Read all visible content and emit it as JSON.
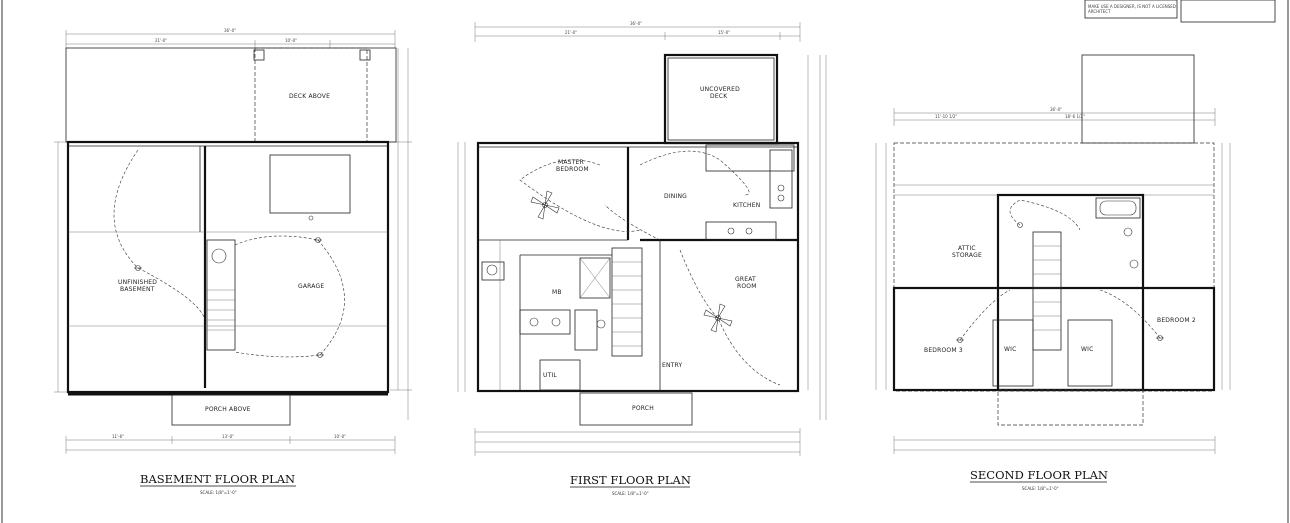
{
  "plans": {
    "basement": {
      "title": "BASEMENT FLOOR PLAN",
      "scale": "SCALE: 1/8\"=1'-0\"",
      "rooms": {
        "deck": "DECK ABOVE",
        "unfinished_1": "UNFINISHED",
        "unfinished_2": "BASEMENT",
        "garage": "GARAGE",
        "porch": "PORCH ABOVE"
      },
      "dims": {
        "overall": "36'-0\"",
        "left": "11'-6\"",
        "mid": "13'-0\"",
        "right": "10'-0\""
      }
    },
    "first": {
      "title": "FIRST FLOOR PLAN",
      "scale": "SCALE: 1/8\"=1'-0\"",
      "rooms": {
        "deck_1": "UNCOVERED",
        "deck_2": "DECK",
        "master_1": "MASTER",
        "master_2": "BEDROOM",
        "dining": "DINING",
        "kitchen": "KITCHEN",
        "great_1": "GREAT",
        "great_2": "ROOM",
        "mb": "MB",
        "util": "UTIL",
        "entry": "ENTRY",
        "porch": "PORCH"
      },
      "dims": {
        "overall": "36'-0\"",
        "left": "21'-0\"",
        "right": "15'-0\""
      }
    },
    "second": {
      "title": "SECOND FLOOR PLAN",
      "scale": "SCALE: 1/8\"=1'-0\"",
      "rooms": {
        "attic_1": "ATTIC",
        "attic_2": "STORAGE",
        "bed3": "BEDROOM 3",
        "bed2": "BEDROOM 2",
        "wic_a": "WIC",
        "wic_b": "WIC"
      },
      "dims": {
        "overall": "36'-0\"",
        "left": "11'-10 1/2\"",
        "right": "18'-6 1/2\""
      }
    }
  },
  "stamp": {
    "line1": "MAKE USE A DESIGNER, IS NOT A LICENSED",
    "line2": "ARCHITECT"
  },
  "colors": {
    "ink": "#111111",
    "paper": "#ffffff"
  }
}
